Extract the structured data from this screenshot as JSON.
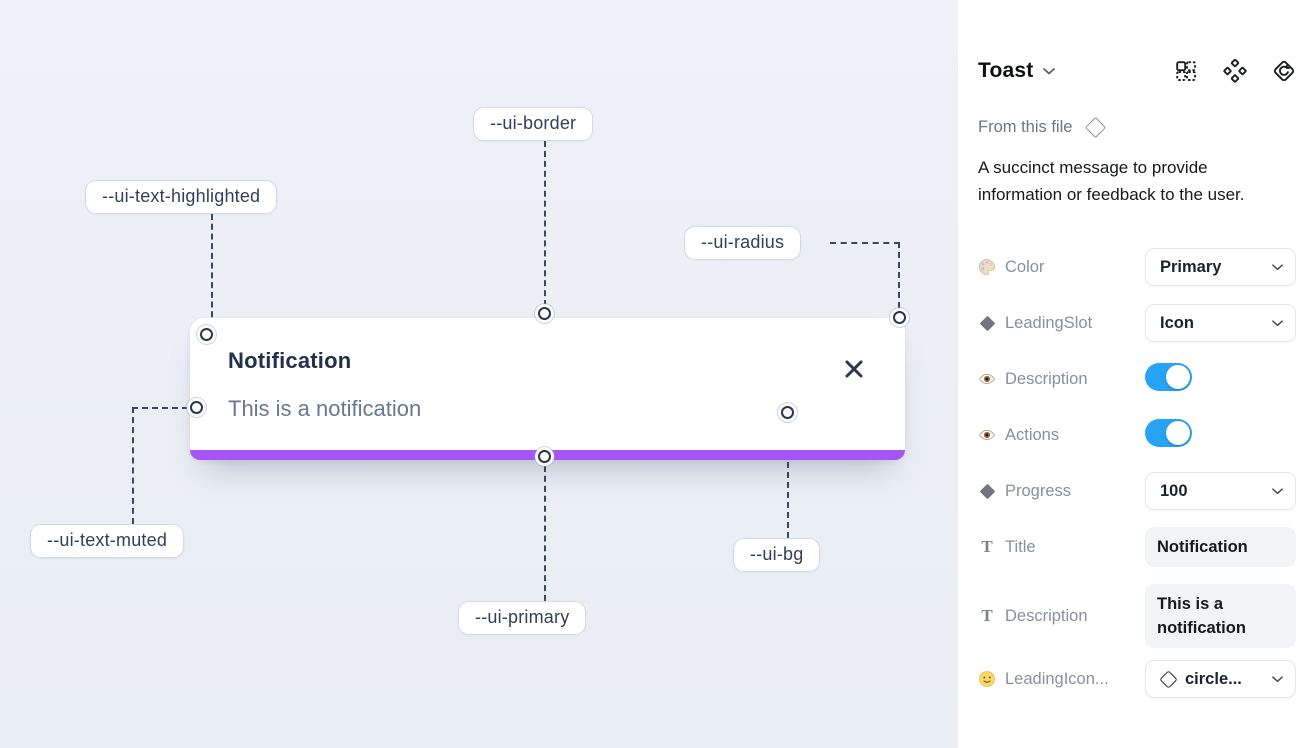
{
  "canvas": {
    "toast": {
      "title": "Notification",
      "description": "This is a notification",
      "close_icon": "x-icon",
      "progress_bar_color": "#a855f7"
    },
    "labels": [
      {
        "text": "--ui-border"
      },
      {
        "text": "--ui-text-highlighted"
      },
      {
        "text": "--ui-radius"
      },
      {
        "text": "--ui-text-muted"
      },
      {
        "text": "--ui-primary"
      },
      {
        "text": "--ui-bg"
      }
    ]
  },
  "panel": {
    "title": "Toast",
    "source_label": "From this file",
    "description": "A succinct message to provide information or feedback to the user.",
    "properties": [
      {
        "label": "Color",
        "type": "select",
        "value": "Primary",
        "icon": "palette-icon"
      },
      {
        "label": "LeadingSlot",
        "type": "select",
        "value": "Icon",
        "icon": "diamond-icon"
      },
      {
        "label": "Description",
        "type": "toggle",
        "value": "on",
        "icon": "eye-icon"
      },
      {
        "label": "Actions",
        "type": "toggle",
        "value": "on",
        "icon": "eye-icon"
      },
      {
        "label": "Progress",
        "type": "select",
        "value": "100",
        "icon": "diamond-icon"
      },
      {
        "label": "Title",
        "type": "text",
        "value": "Notification",
        "icon": "text-icon"
      },
      {
        "label": "Description",
        "type": "text",
        "value": "This is a notification",
        "icon": "text-icon"
      },
      {
        "label": "LeadingIcon...",
        "type": "icon-select",
        "value": "circle...",
        "icon": "smiley-icon"
      }
    ],
    "colors": {
      "toggle_on": "#27a3f6",
      "primary_purple": "#a855f7"
    }
  }
}
